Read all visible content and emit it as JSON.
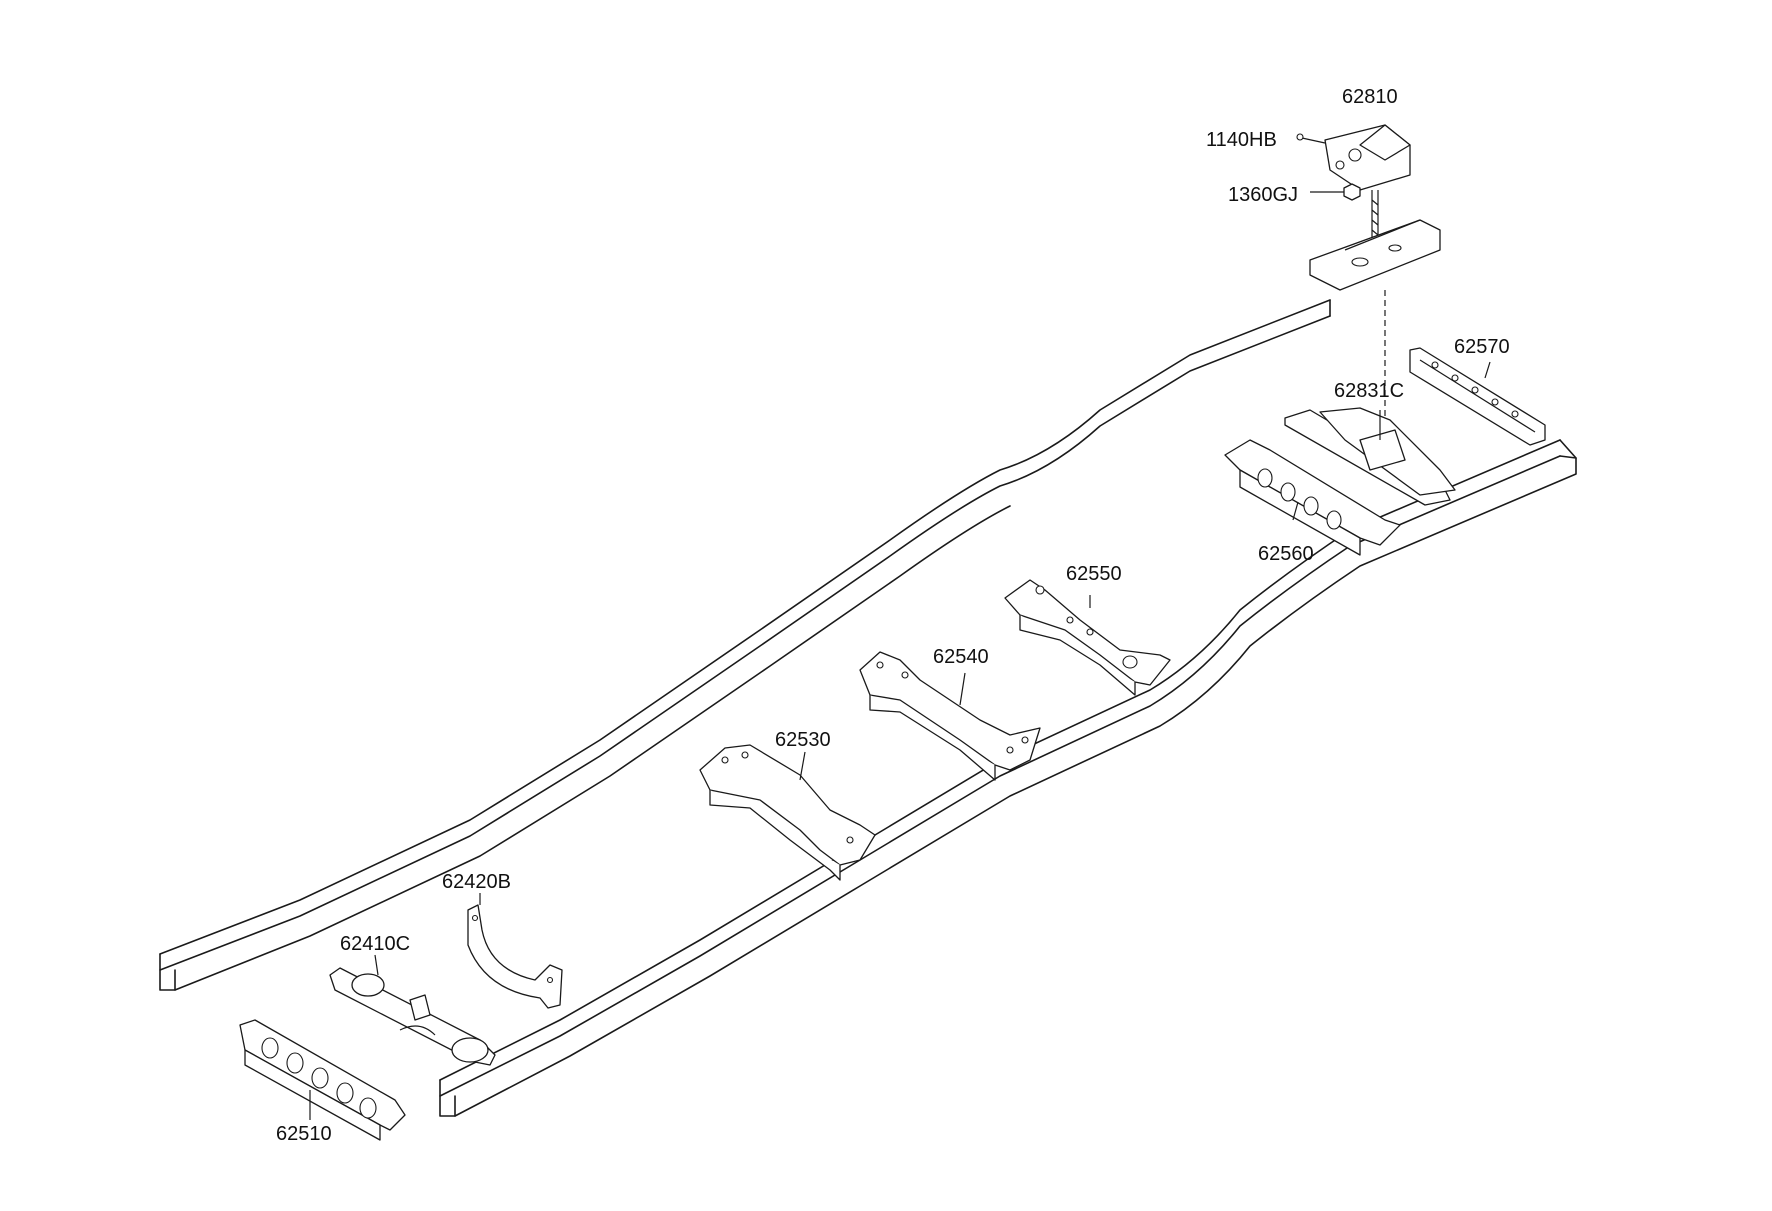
{
  "labels": {
    "p62810": "62810",
    "p1140HB": "1140HB",
    "p1360GJ": "1360GJ",
    "p62570": "62570",
    "p62831C": "62831C",
    "p62560": "62560",
    "p62550": "62550",
    "p62540": "62540",
    "p62530": "62530",
    "p62420B": "62420B",
    "p62410C": "62410C",
    "p62510": "62510"
  }
}
